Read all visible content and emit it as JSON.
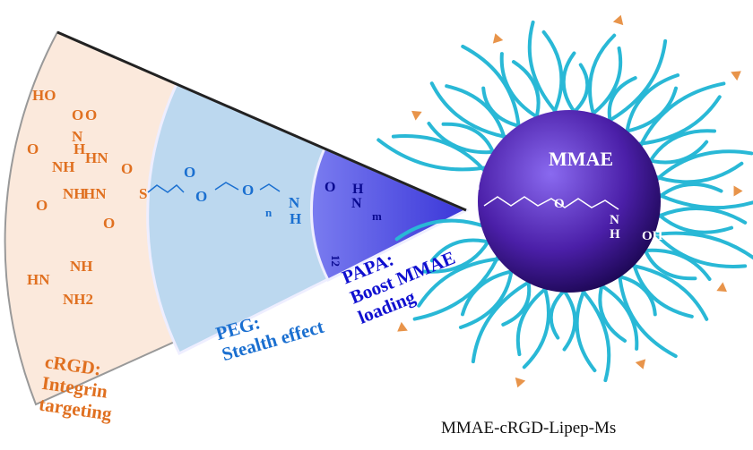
{
  "colors": {
    "crgd": "#e07020",
    "peg": "#1a6fd0",
    "papa": "#1010d0",
    "chain": "#29b8d6",
    "core": "#4b1fa8"
  },
  "core_label": "MMAE",
  "labels": {
    "crgd": [
      "cRGD:",
      "Integrin",
      "targeting"
    ],
    "peg": [
      "PEG:",
      "Stealth effect"
    ],
    "papa": [
      "PAPA:",
      "Boost MMAE",
      "loading"
    ]
  },
  "chem": {
    "crgd_atoms": [
      "HO",
      "O",
      "O",
      "N",
      "H",
      "O",
      "NH",
      "HN",
      "O",
      "O",
      "NH",
      "HN",
      "O",
      "S",
      "NH",
      "HN",
      "NH2"
    ],
    "peg_atoms": [
      "O",
      "O",
      "O",
      "n",
      "N",
      "H"
    ],
    "papa_atoms": [
      "O",
      "H",
      "N",
      "m",
      "12"
    ],
    "mmae_atoms": [
      "N",
      "O",
      "N",
      "H",
      "OH"
    ]
  },
  "caption": "MMAE-cRGD-Lipep-Ms"
}
